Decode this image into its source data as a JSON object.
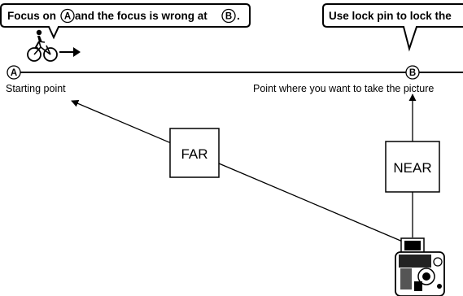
{
  "callout_left": {
    "prefix": "Focus on ",
    "marker_a": "A",
    "middle": " and the focus is wrong at ",
    "marker_b": "B",
    "suffix": "."
  },
  "callout_right": {
    "text": "Use lock pin to lock the"
  },
  "point_a": {
    "marker": "A",
    "label": "Starting point"
  },
  "point_b": {
    "marker": "B",
    "label": "Point where you want to take the picture"
  },
  "far_label": "FAR",
  "near_label": "NEAR",
  "icons": {
    "cyclist": "cyclist-icon",
    "direction": "right-arrow-icon",
    "camera": "camera-icon"
  }
}
